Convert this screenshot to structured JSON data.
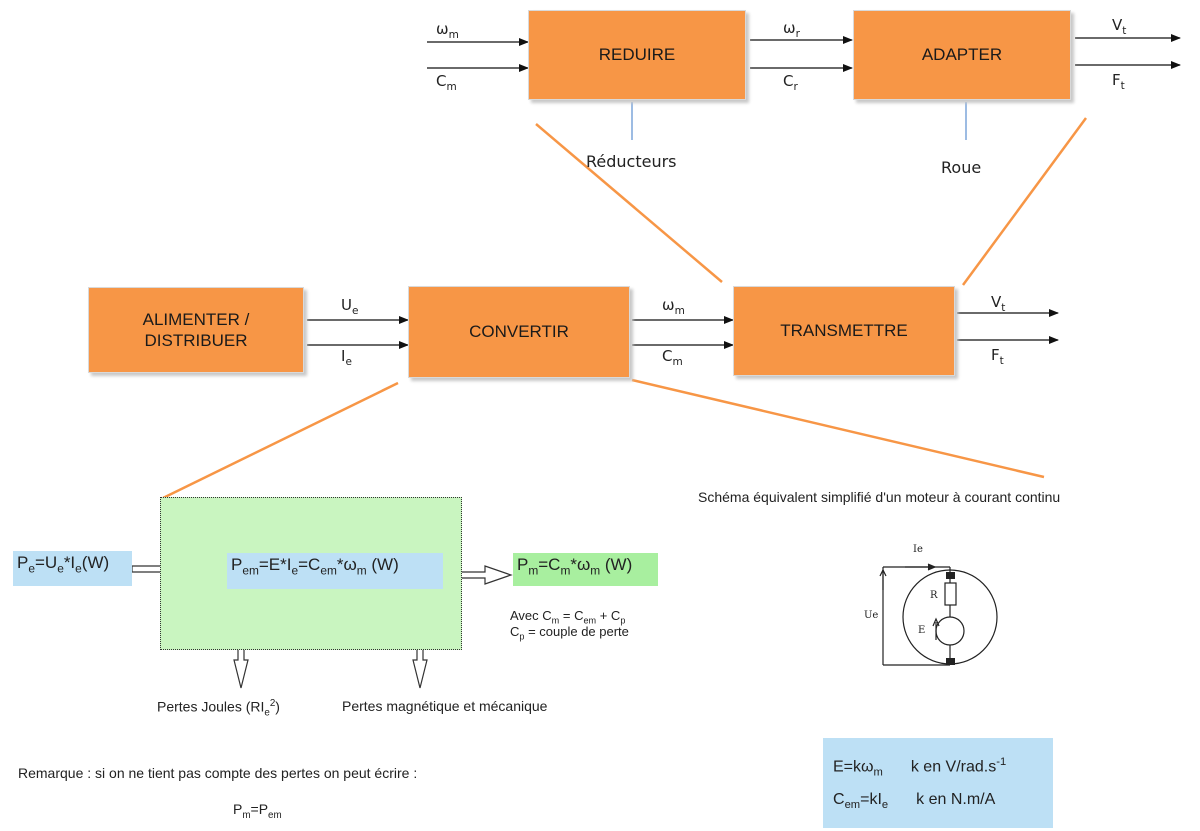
{
  "blocks": {
    "reduire": "REDUIRE",
    "adapter": "ADAPTER",
    "alimenter": "ALIMENTER /\nDISTRIBUER",
    "convertir": "CONVERTIR",
    "transmettre": "TRANSMETTRE"
  },
  "components": {
    "reducteurs": "Réducteurs",
    "roue": "Roue"
  },
  "signals": {
    "omega": "ω",
    "C": "C",
    "V": "V",
    "F": "F",
    "U": "U",
    "I": "I",
    "sub_m": "m",
    "sub_r": "r",
    "sub_t": "t",
    "sub_e": "e"
  },
  "power": {
    "pe_label": "P",
    "pe_sub": "e",
    "pe_rest": "=U",
    "pe_sub2": "e",
    "pe_mid": "*I",
    "pe_sub3": "e",
    "pe_unit": "(W)",
    "pem_label": "P",
    "pem_sub": "em",
    "pem_eq": "=E*I",
    "pem_sub2": "e",
    "pem_eq2": "=C",
    "pem_sub3": "em",
    "pem_eq3": "*ω",
    "pem_sub4": "m",
    "pem_unit": " (W)",
    "pm_label": "P",
    "pm_sub": "m",
    "pm_eq": "=C",
    "pm_sub2": "m",
    "pm_eq2": "*ω",
    "pm_sub3": "m",
    "pm_unit": " (W)"
  },
  "cm_note": {
    "line1_a": "Avec C",
    "line1_sub1": "m",
    "line1_b": " = C",
    "line1_sub2": "em",
    "line1_c": " + C",
    "line1_sub3": "p",
    "line2_a": "C",
    "line2_sub": "p",
    "line2_b": " = couple de perte"
  },
  "losses": {
    "joules_a": "Pertes Joules (RI",
    "joules_sub": "e",
    "joules_sup": "2",
    "joules_b": ")",
    "magn": "Pertes magnétique et mécanique"
  },
  "schema_title": "Schéma équivalent simplifié d'un moteur à courant continu",
  "circuit": {
    "ie": "Ie",
    "ue": "Ue",
    "r": "R",
    "e": "E"
  },
  "remark": {
    "text": "Remarque : si on ne tient pas compte des pertes on peut écrire :",
    "pm": "P",
    "pm_sub": "m",
    "eq": "=P",
    "eq_sub": "em"
  },
  "equations": {
    "e_a": "E=kω",
    "e_sub": "m",
    "e_unit": "k en V/rad.s",
    "e_sup": "-1",
    "c_a": "C",
    "c_sub": "em",
    "c_b": "=kI",
    "c_sub2": "e",
    "c_unit": "k en N.m/A"
  }
}
